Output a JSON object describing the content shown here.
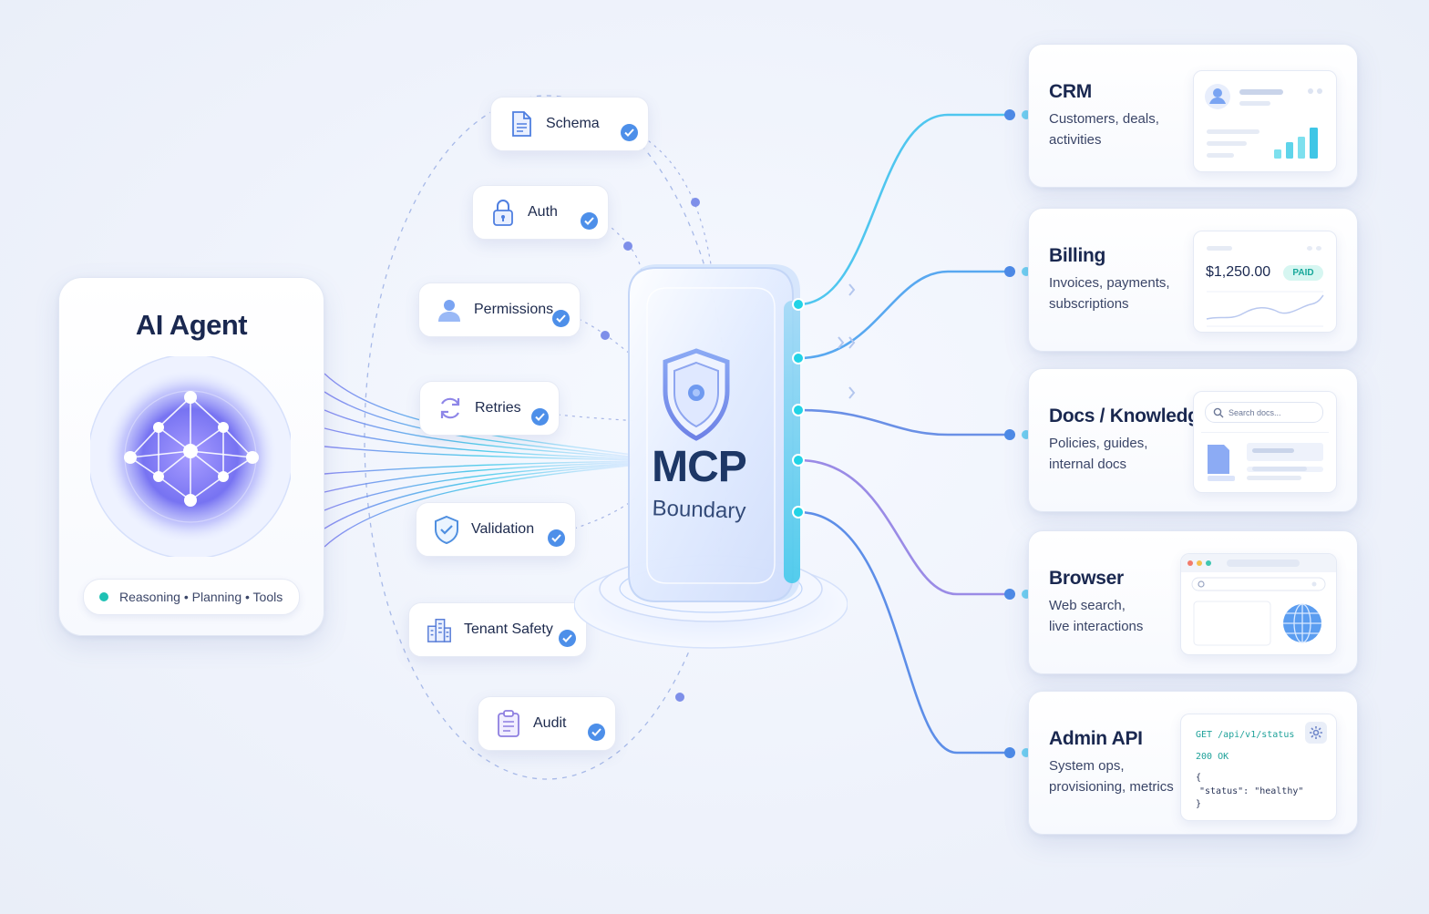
{
  "agent": {
    "title": "AI Agent",
    "tagline": "Reasoning • Planning • Tools"
  },
  "policies": [
    {
      "label": "Schema",
      "icon": "document-icon"
    },
    {
      "label": "Auth",
      "icon": "lock-icon"
    },
    {
      "label": "Permissions",
      "icon": "user-icon"
    },
    {
      "label": "Retries",
      "icon": "refresh-icon"
    },
    {
      "label": "Validation",
      "icon": "shield-check-icon"
    },
    {
      "label": "Tenant Safety",
      "icon": "building-icon"
    },
    {
      "label": "Audit",
      "icon": "clipboard-icon"
    }
  ],
  "boundary": {
    "title": "MCP",
    "subtitle": "Boundary",
    "icon": "shield-icon"
  },
  "services": {
    "crm": {
      "title": "CRM",
      "line1": "Customers, deals,",
      "line2": "activities"
    },
    "billing": {
      "title": "Billing",
      "line1": "Invoices, payments,",
      "line2": "subscriptions",
      "amount": "$1,250.00",
      "badge": "PAID"
    },
    "docs": {
      "title": "Docs / Knowledge",
      "line1": "Policies, guides,",
      "line2": "internal docs",
      "search_placeholder": "Search docs..."
    },
    "browser": {
      "title": "Browser",
      "line1": "Web search,",
      "line2": "live interactions"
    },
    "admin": {
      "title": "Admin API",
      "line1": "System ops,",
      "line2": "provisioning, metrics",
      "request": "GET /api/v1/status",
      "status": "200 OK",
      "brace_open": "{",
      "body": "\"status\": \"healthy\"",
      "brace_close": "}"
    }
  },
  "colors": {
    "accent_blue": "#4d8fe9",
    "accent_cyan": "#22d3e6",
    "accent_violet": "#8f86e8",
    "status_teal": "#1fc1b4",
    "title_navy": "#1a2850"
  }
}
